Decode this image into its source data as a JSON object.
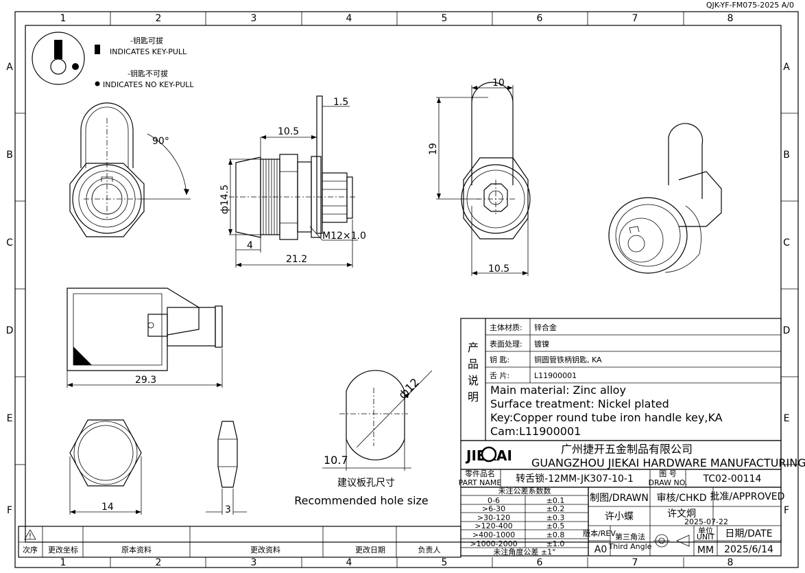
{
  "doc_code": "QJK-YF-FM075-2025 A/0",
  "col_labels": [
    "1",
    "2",
    "3",
    "4",
    "5",
    "6",
    "7",
    "8"
  ],
  "row_labels": [
    "A",
    "B",
    "C",
    "D",
    "E",
    "F"
  ],
  "legend": {
    "key_pull_cn": "-钥匙可拔",
    "key_pull_en": "INDICATES KEY-PULL",
    "no_pull_cn": "-钥匙不可拔",
    "no_pull_en": "INDICATES NO KEY-PULL"
  },
  "dims": {
    "angle": "90°",
    "d10_5_top": "10.5",
    "d1_5": "1.5",
    "d14_5": "ф14.5",
    "d4": "4",
    "d21_2": "21.2",
    "thread": "M12×1.0",
    "d10": "10",
    "d19": "19",
    "d10_5_bot": "10.5",
    "d29_3": "29.3",
    "d14": "14",
    "d3": "3",
    "d12": "ф12",
    "d10_7": "10.7"
  },
  "hole": {
    "cn": "建议板孔尺寸",
    "en": "Recommended hole size"
  },
  "spec": {
    "side_title": "产品说明",
    "rows": [
      {
        "label": "主体材质:",
        "value": "锌合金"
      },
      {
        "label": "表面处理:",
        "value": "镀镍"
      },
      {
        "label": "钥  匙:",
        "value": "铜圆管铁柄钥匙, KA"
      },
      {
        "label": "舌  片:",
        "value": "L11900001"
      }
    ],
    "en_lines": [
      "Main material: Zinc alloy",
      "Surface treatment: Nickel plated",
      "Key:Copper round tube iron handle key,KA",
      "Cam:L11900001"
    ]
  },
  "company": {
    "logo": "JIEKAI",
    "cn": "广州捷开五金制品有限公司",
    "en": "GUANGZHOU JIEKAI HARDWARE MANUFACTURING CO.,LTD."
  },
  "title_block": {
    "part_name_cn": "零件品名",
    "part_name_en": "PART NAME",
    "part_name_value": "转舌锁-12MM-JK307-10-1",
    "drawno_cn": "图 号",
    "drawno_en": "DRAW NO.",
    "drawno_value": "TC02-00114",
    "tol_title": "未注公差系数数",
    "tolerances": [
      {
        "range": "0-6",
        "tol": "±0.1"
      },
      {
        "range": ">6-30",
        "tol": "±0.2"
      },
      {
        "range": ">30-120",
        "tol": "±0.3"
      },
      {
        "range": ">120-400",
        "tol": "±0.5"
      },
      {
        "range": ">400-1000",
        "tol": "±0.8"
      },
      {
        "range": ">1000-2000",
        "tol": "±1.0"
      }
    ],
    "angle_tol": "未注角度公差 ±1°",
    "drawn_label": "制图/DRAWN",
    "drawn_value": "许小蝶",
    "chkd_label": "审核/CHKD",
    "chkd_value": "许文炯",
    "chkd_date": "2025-07-22",
    "approved_label": "批准/APPROVED",
    "rev_label": "版本/REV",
    "rev_value": "A0",
    "angle_proj_cn": "第三角法",
    "angle_proj_en": "Third Angle",
    "unit_cn": "单位",
    "unit_en": "UNIT",
    "unit_value": "MM",
    "date_label": "日期/DATE",
    "date_value": "2025/6/14"
  },
  "revision_table": {
    "headers": [
      "次序",
      "更改坐标",
      "原本资料",
      "更改资料",
      "更改日期",
      "负责人"
    ]
  }
}
